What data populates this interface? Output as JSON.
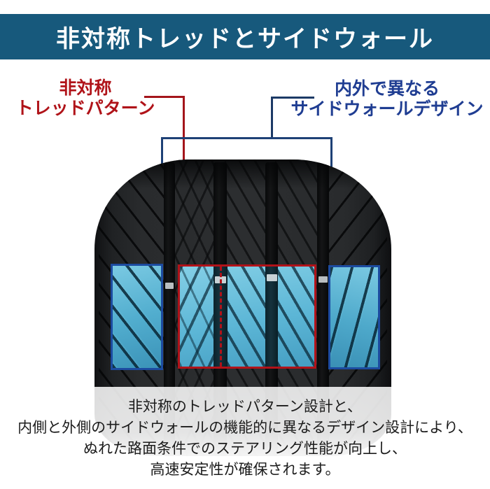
{
  "banner": {
    "title": "非対称トレッドとサイドウォール"
  },
  "callouts": {
    "tread": {
      "line1": "非対称",
      "line2": "トレッドパターン",
      "color": "#b01319"
    },
    "sidewall": {
      "line1": "内外で異なる",
      "line2": "サイドウォールデザイン",
      "color": "#1f3d92"
    }
  },
  "caption": {
    "lines": [
      "非対称のトレッドパターン設計と、",
      "内側と外側のサイドウォールの機能的に異なるデザイン設計により、",
      "ぬれた路面条件でのステアリング性能が向上し、",
      "高速安定性が確保されます。"
    ]
  },
  "colors": {
    "banner_bg": "#17597c",
    "banner_text": "#ffffff",
    "red_accent": "#b11219",
    "blue_zone_border": "#1c4ba0",
    "connector_navy": "#1e4176",
    "highlight_cyan": "#5cb6d6",
    "tire_dark": "#27292b"
  }
}
